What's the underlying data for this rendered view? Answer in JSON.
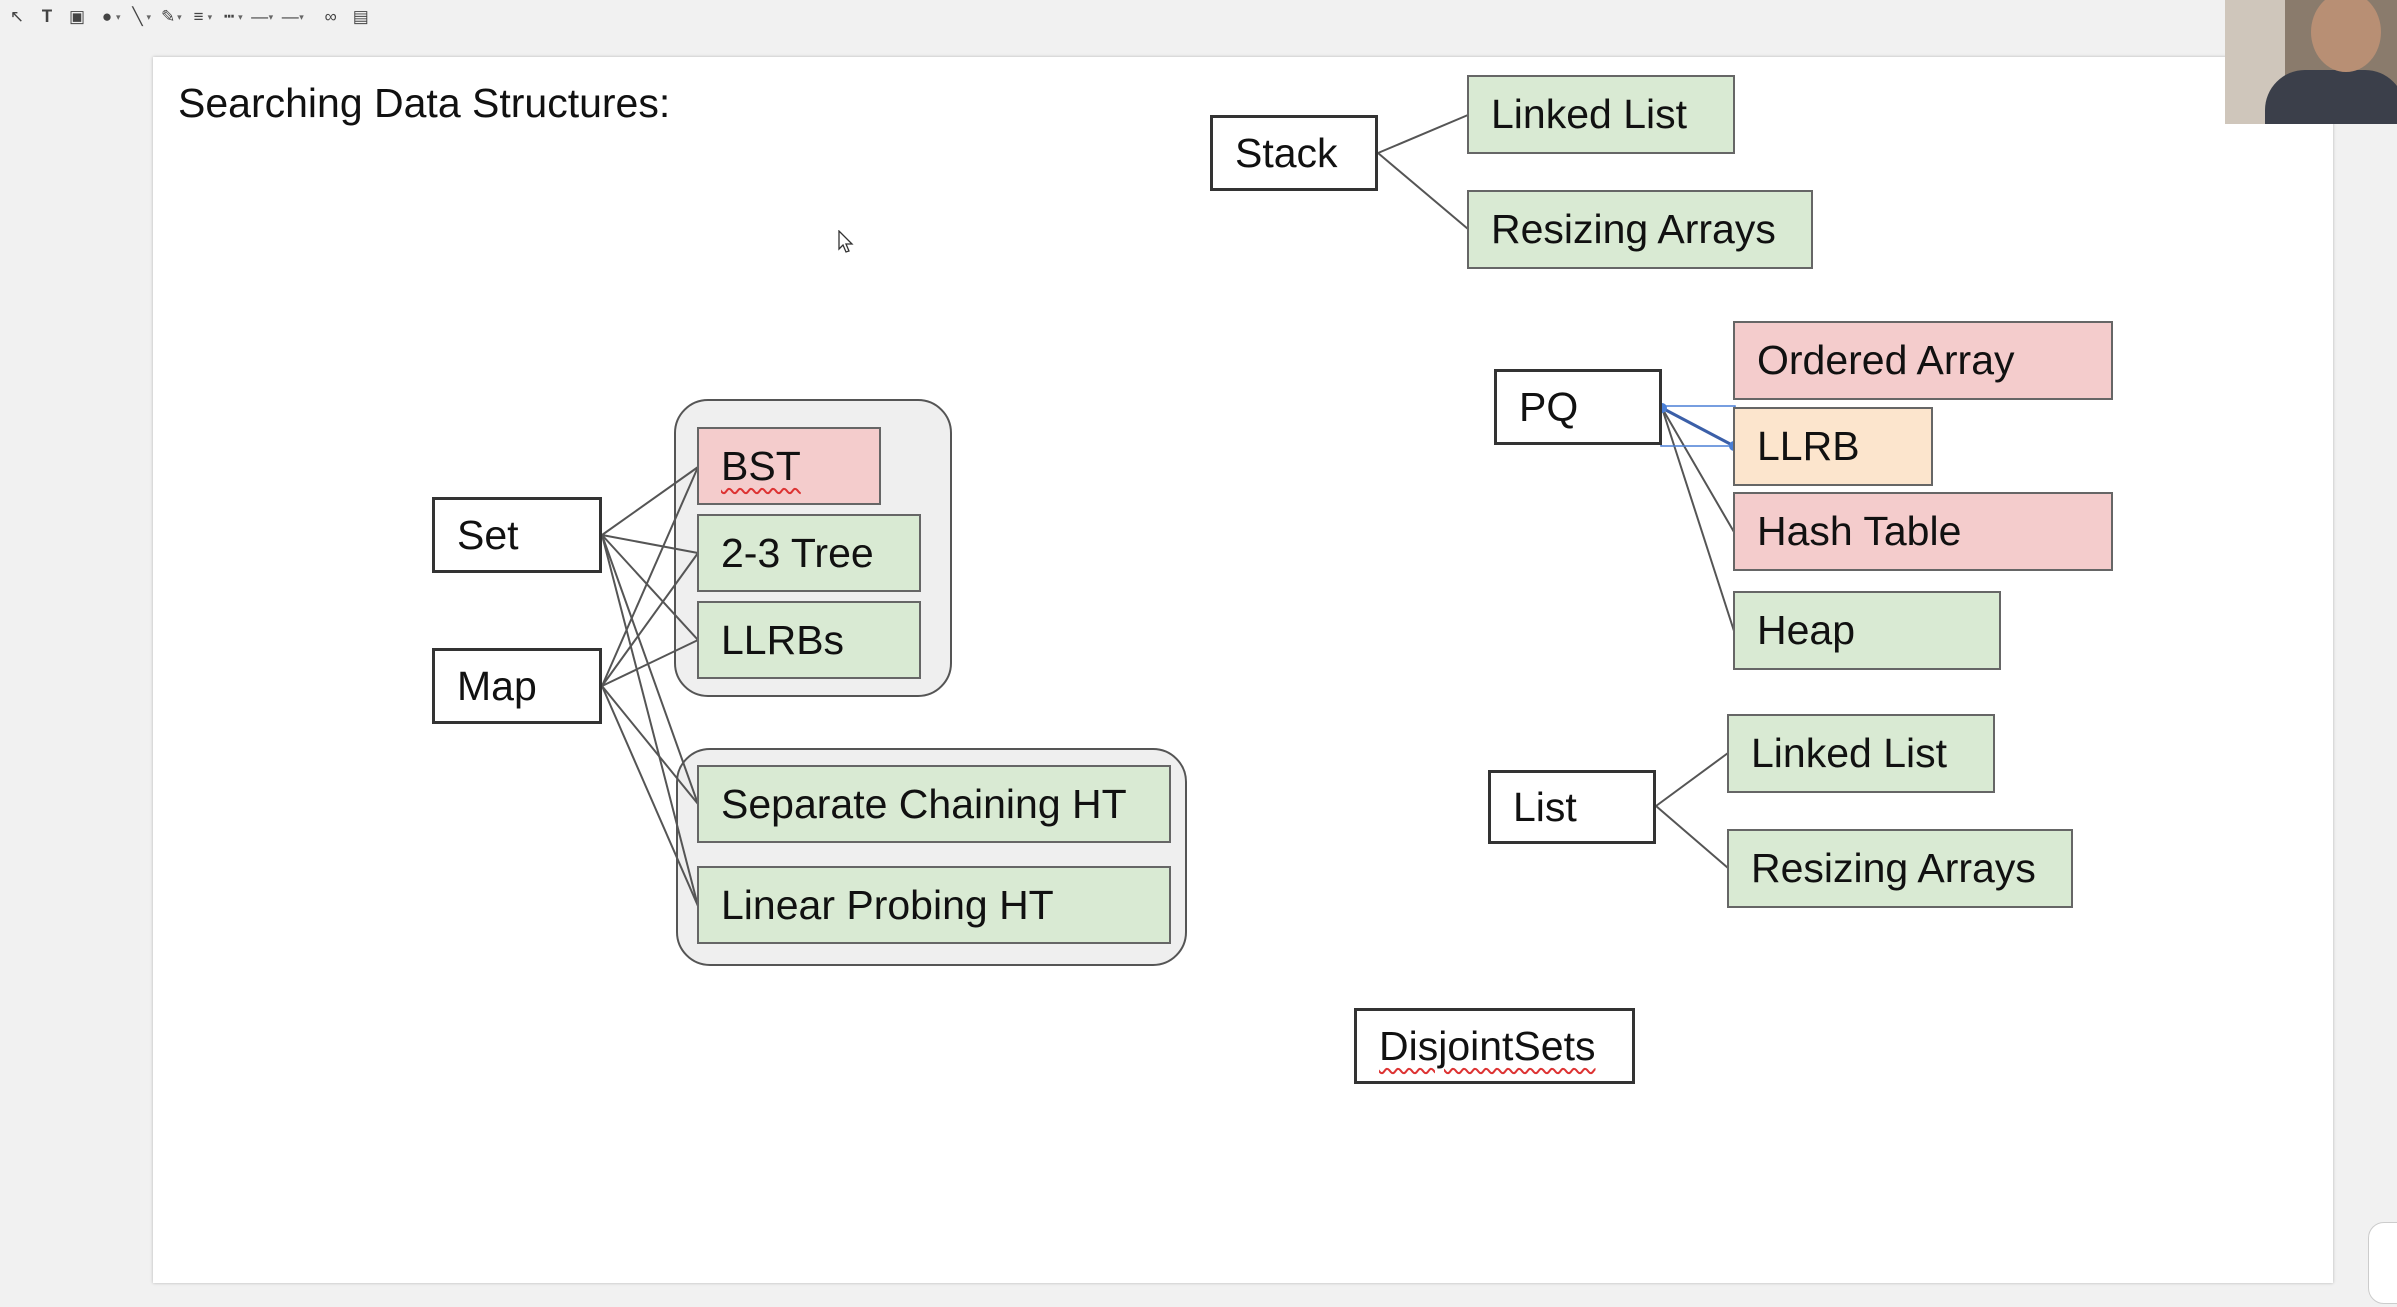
{
  "toolbar": {
    "tools": [
      "select-arrow-icon",
      "text-box-icon",
      "image-icon",
      "shape-icon",
      "line-icon",
      "border-color-icon",
      "border-weight-icon",
      "border-dash-icon",
      "line-start-icon",
      "line-end-icon",
      "link-icon",
      "comment-icon"
    ]
  },
  "slide": {
    "title": "Searching Data Structures:",
    "set": "Set",
    "map": "Map",
    "search_tree_items": [
      "BST",
      "2-3 Tree",
      "LLRBs"
    ],
    "hash_items": [
      "Separate Chaining HT",
      "Linear Probing HT"
    ],
    "stack": "Stack",
    "stack_items": [
      "Linked List",
      "Resizing Arrays"
    ],
    "pq": "PQ",
    "pq_items": [
      "Ordered Array",
      "LLRB",
      "Hash Table",
      "Heap"
    ],
    "list": "List",
    "list_items": [
      "Linked List",
      "Resizing Arrays"
    ],
    "disjoint_sets": "DisjointSets"
  },
  "colors": {
    "green_fill": "#d9ead3",
    "red_fill": "#f4cccc",
    "orange_fill": "#fce5cd",
    "group_fill": "#efefef"
  }
}
